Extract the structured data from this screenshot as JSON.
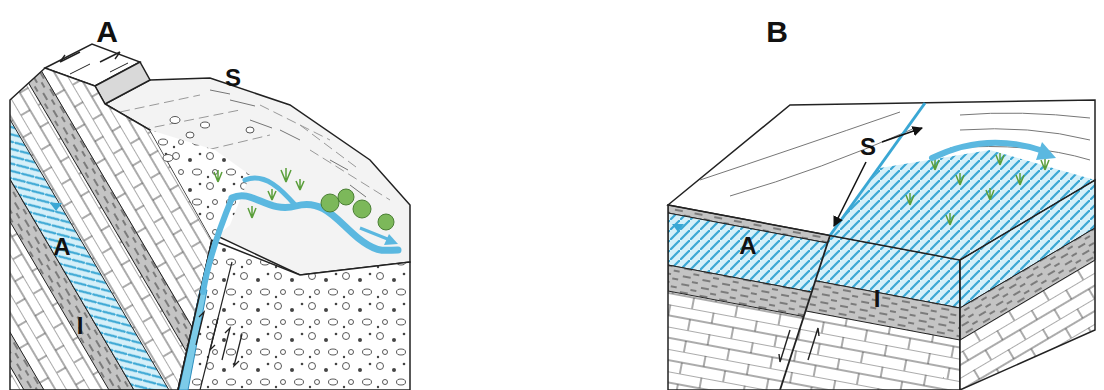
{
  "diagram": {
    "labels": [
      "A",
      "B",
      "S",
      "A",
      "I",
      "S",
      "A",
      "I"
    ]
  }
}
